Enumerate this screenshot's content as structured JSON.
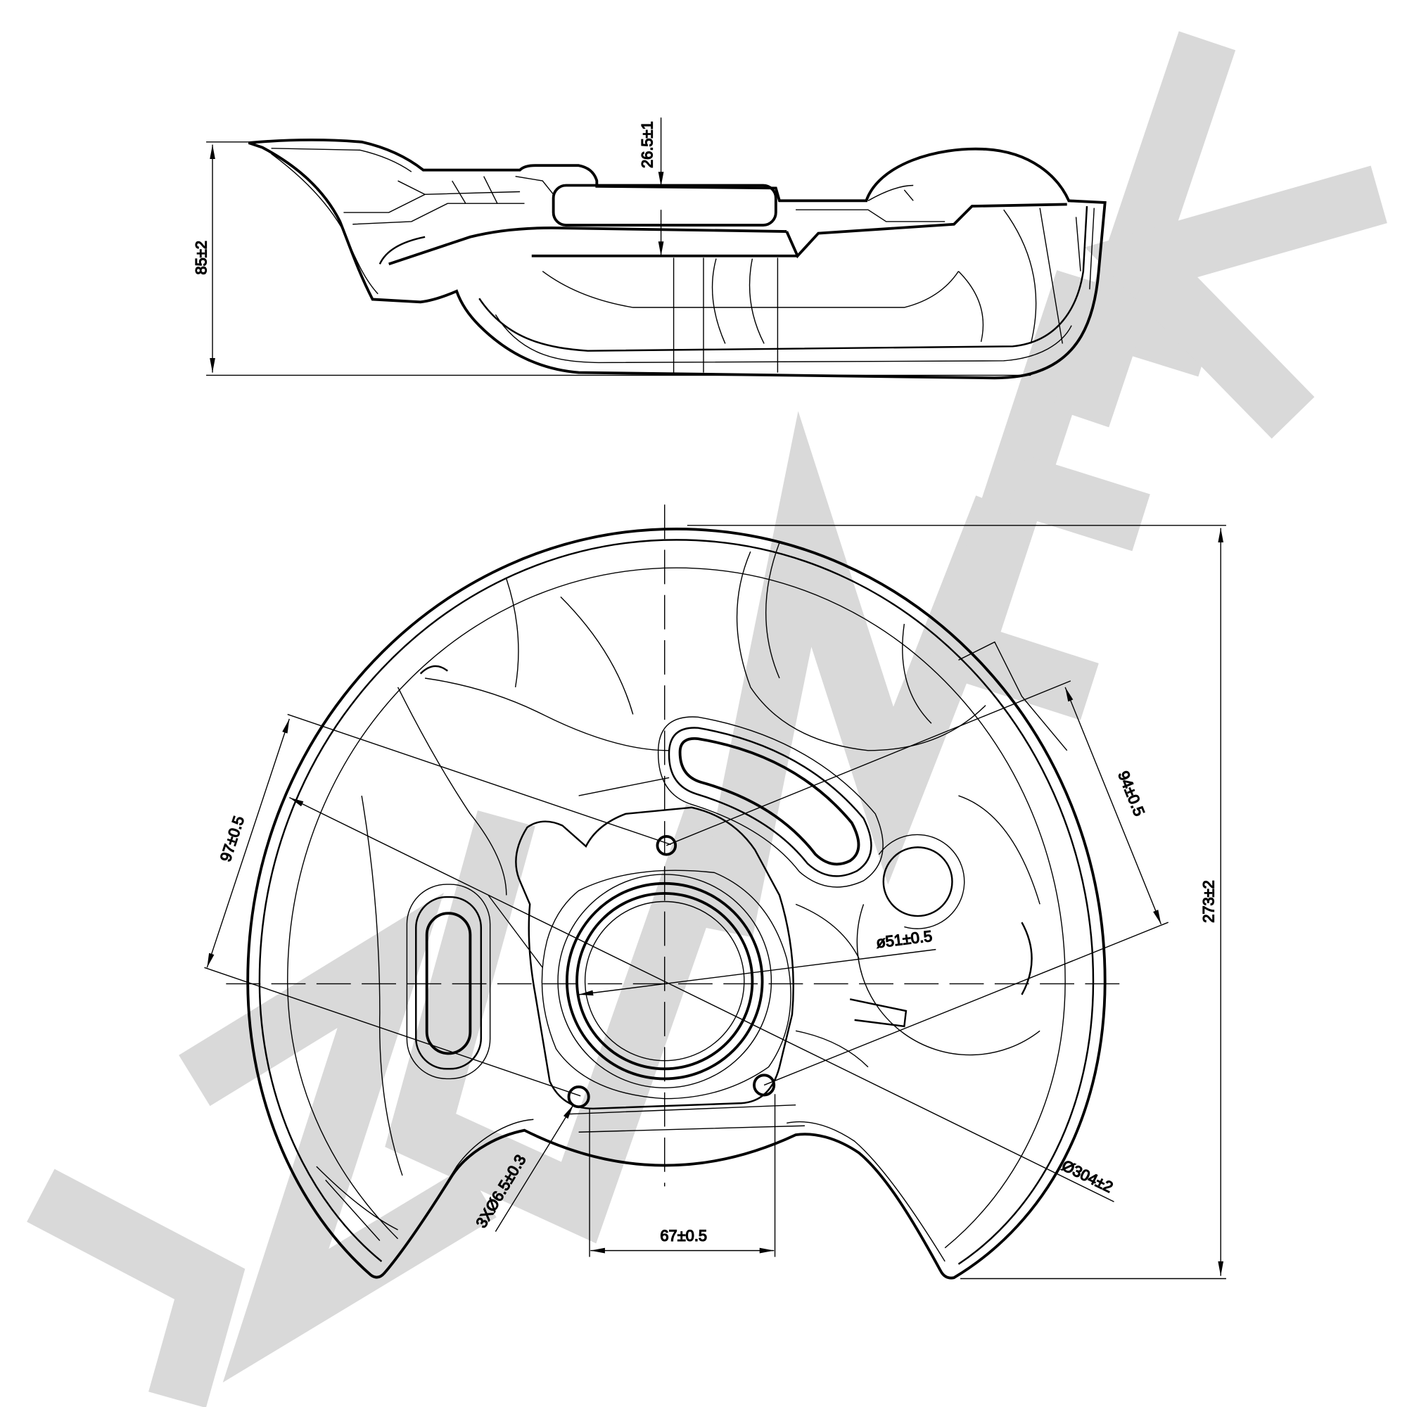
{
  "side_view": {
    "depth_dim": "26.5±1",
    "height_dim": "85±2"
  },
  "plan_view": {
    "dim_97": "97±0.5",
    "dim_94": "94±0.5",
    "dim_273": "273±2",
    "dim_51": "ø51±0.5",
    "dim_304": "Ø304±2",
    "dim_holes": "3XØ6.5±0.3",
    "dim_67": "67±0.5"
  },
  "colors": {
    "line": "#000000",
    "watermark": "#d9d9d9",
    "background": "#ffffff"
  }
}
